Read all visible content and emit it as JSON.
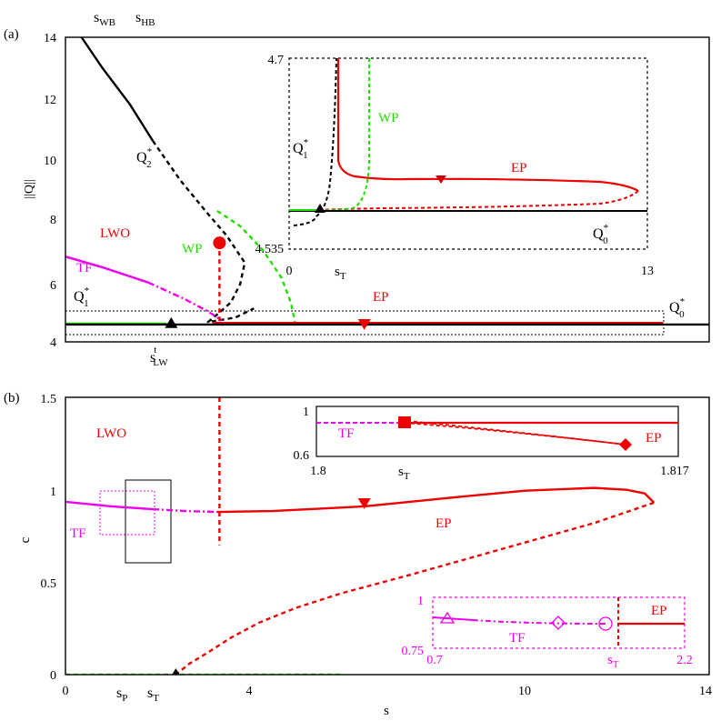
{
  "colors": {
    "black": "#000000",
    "red": "#ee0000",
    "green": "#22dd00",
    "magenta": "#ee00ee"
  },
  "chart_data": [
    {
      "type": "line",
      "panel": "(a)",
      "ylabel": "||Q||",
      "xlim": [
        0,
        14
      ],
      "ylim": [
        4,
        14
      ],
      "yticks": [
        "4",
        "6",
        "8",
        "10",
        "12",
        "14"
      ],
      "top_labels": {
        "swb": "s",
        "swb_sub": "WB",
        "shb": "s",
        "shb_sub": "HB"
      },
      "bottom_label": {
        "main": "s",
        "sup": "t",
        "sub": "LW"
      },
      "curve_labels": {
        "q2": "Q",
        "q2_sub": "2",
        "q2_sup": "*",
        "q1": "Q",
        "q1_sub": "1",
        "q1_sup": "*",
        "q0": "Q",
        "q0_sub": "0",
        "q0_sup": "*",
        "lwo": "LWO",
        "wp": "WP",
        "tf": "TF",
        "ep": "EP"
      },
      "series": [
        {
          "name": "Q2* stable",
          "style": "solid",
          "color": "black",
          "x": [
            0.35,
            0.8,
            1.4,
            1.9
          ],
          "y": [
            14.0,
            13.0,
            11.8,
            10.6
          ]
        },
        {
          "name": "Q2* unstable",
          "style": "dashed",
          "color": "black",
          "x": [
            1.9,
            2.5,
            3.1,
            3.5,
            3.9,
            3.8,
            3.6,
            3.3,
            3.1,
            3.3,
            3.7,
            4.1
          ],
          "y": [
            10.6,
            9.3,
            8.2,
            7.5,
            6.6,
            5.9,
            5.3,
            4.9,
            4.65,
            4.7,
            4.8,
            5.1
          ]
        },
        {
          "name": "WP",
          "style": "dashed",
          "color": "green",
          "x": [
            3.3,
            3.8,
            4.3,
            4.7,
            4.9,
            5.0,
            4.5,
            3.8,
            3.4
          ],
          "y": [
            8.3,
            7.8,
            7.0,
            6.1,
            5.3,
            4.6,
            4.6,
            4.6,
            4.6
          ]
        },
        {
          "name": "LWO",
          "style": "dashed",
          "color": "red",
          "x": [
            3.35,
            3.35
          ],
          "y": [
            7.25,
            4.6
          ]
        },
        {
          "name": "TF solid",
          "style": "solid",
          "color": "magenta",
          "x": [
            0.0,
            0.8,
            1.8
          ],
          "y": [
            6.8,
            6.45,
            5.95
          ]
        },
        {
          "name": "TF dashed",
          "style": "dashdot",
          "color": "magenta",
          "x": [
            1.8,
            2.6,
            3.1,
            3.4
          ],
          "y": [
            5.95,
            5.4,
            5.0,
            4.7
          ]
        },
        {
          "name": "Q1* stable",
          "style": "solid",
          "color": "green",
          "x": [
            0.0,
            2.2
          ],
          "y": [
            4.6,
            4.6
          ]
        },
        {
          "name": "EP",
          "style": "solid",
          "color": "red",
          "x": [
            3.2,
            13.0
          ],
          "y": [
            4.62,
            4.62
          ]
        },
        {
          "name": "Q0*",
          "style": "solid",
          "color": "black",
          "x": [
            0.0,
            14.0
          ],
          "y": [
            4.57,
            4.57
          ]
        }
      ],
      "points": [
        {
          "name": "LWO start",
          "marker": "circle",
          "color": "red",
          "x": 3.35,
          "y": 7.25
        },
        {
          "name": "bifurcation",
          "marker": "triangle-up",
          "color": "black",
          "x": 2.3,
          "y": 4.6
        },
        {
          "name": "EP marker",
          "marker": "triangle-down",
          "color": "red",
          "x": 6.5,
          "y": 4.6
        }
      ],
      "inset": {
        "xticks": [
          "0",
          "13"
        ],
        "ymin_label": "4.535",
        "ymax_label": "4.7",
        "st_label": "s",
        "st_sub": "T",
        "labels": {
          "q1": "Q",
          "q1_sub": "1",
          "q1_sup": "*",
          "q0": "Q",
          "q0_sub": "0",
          "q0_sup": "*",
          "wp": "WP",
          "ep": "EP"
        }
      }
    },
    {
      "type": "line",
      "panel": "(b)",
      "xlabel": "s",
      "ylabel": "c",
      "xlim": [
        0,
        14
      ],
      "ylim": [
        0,
        1.5
      ],
      "xticks": [
        "0",
        "4",
        "10",
        "14"
      ],
      "yticks": [
        "0",
        "0.5",
        "1",
        "1.5"
      ],
      "extra_xlabels": {
        "sp": "s",
        "sp_sub": "P",
        "st": "s",
        "st_sub": "T"
      },
      "curve_labels": {
        "lwo": "LWO",
        "tf": "TF",
        "ep": "EP"
      },
      "series": [
        {
          "name": "LWO",
          "style": "dashed",
          "color": "red",
          "x": [
            3.35,
            3.35
          ],
          "y": [
            1.5,
            0.7
          ]
        },
        {
          "name": "TF solid",
          "style": "solid",
          "color": "magenta",
          "x": [
            0.0,
            1.0,
            1.9
          ],
          "y": [
            0.935,
            0.91,
            0.895
          ]
        },
        {
          "name": "TF dashed",
          "style": "dashdot",
          "color": "magenta",
          "x": [
            1.9,
            2.6,
            3.3
          ],
          "y": [
            0.895,
            0.885,
            0.88
          ]
        },
        {
          "name": "EP stable",
          "style": "solid",
          "color": "red",
          "x": [
            3.3,
            4.5,
            6.5,
            8.5,
            10.0,
            11.5,
            12.2,
            12.6,
            12.8
          ],
          "y": [
            0.88,
            0.885,
            0.91,
            0.96,
            0.995,
            1.01,
            1.0,
            0.98,
            0.93
          ]
        },
        {
          "name": "EP unstable",
          "style": "dashed",
          "color": "red",
          "x": [
            12.8,
            11.5,
            9.5,
            7.5,
            6.0,
            5.0,
            4.2,
            3.6,
            3.1,
            2.7,
            2.4
          ],
          "y": [
            0.93,
            0.82,
            0.68,
            0.54,
            0.44,
            0.36,
            0.28,
            0.2,
            0.12,
            0.06,
            0.0
          ]
        },
        {
          "name": "Q baseline",
          "style": "dashed",
          "color": "green",
          "x": [
            0.0,
            6.0
          ],
          "y": [
            0.0,
            0.0
          ]
        }
      ],
      "points": [
        {
          "name": "EP marker",
          "marker": "triangle-down",
          "color": "red",
          "x": 6.5,
          "y": 0.93
        },
        {
          "name": "sP point",
          "marker": "triangle-up",
          "color": "black",
          "x": 2.4,
          "y": 0.0
        }
      ],
      "inset_top": {
        "xtick_left": "1.8",
        "xtick_right": "1.817",
        "ytick_top": "1",
        "ytick_bottom": "0.6",
        "st_label": "s",
        "st_sub": "T",
        "labels": {
          "tf": "TF",
          "ep": "EP"
        }
      },
      "inset_bottom": {
        "xtick_left": "0.7",
        "xtick_right": "2.2",
        "ytick_top": "1",
        "ytick_bottom": "0.75",
        "st_label": "s",
        "st_sub": "T",
        "labels": {
          "tf": "TF",
          "ep": "EP"
        }
      }
    }
  ]
}
